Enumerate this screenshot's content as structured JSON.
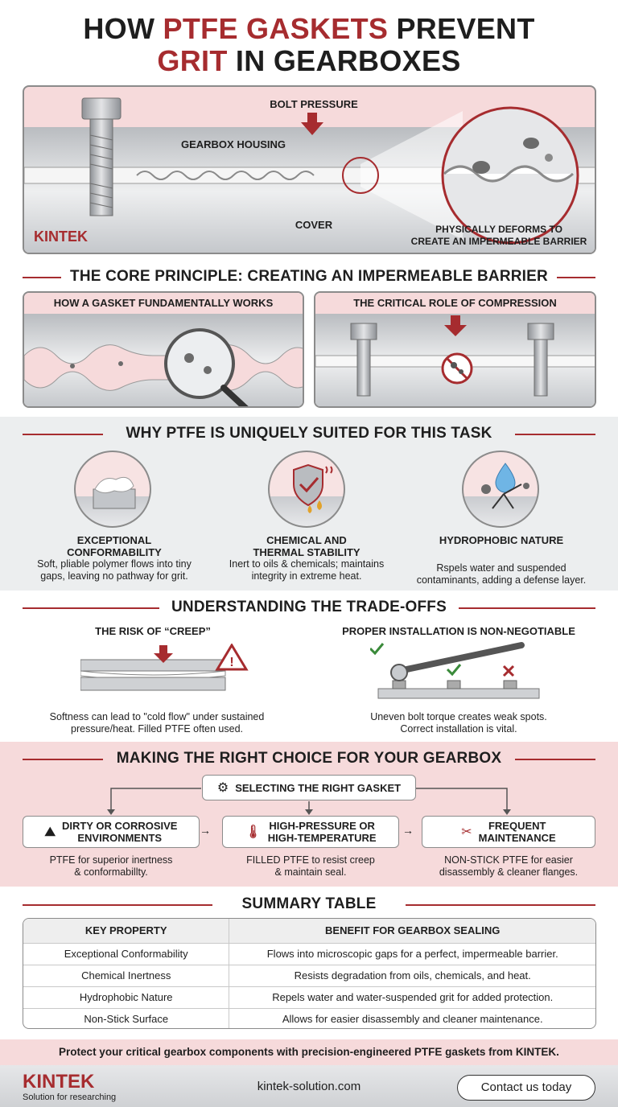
{
  "title": {
    "part1": "HOW ",
    "part2": "PTFE GASKETS",
    "part3": " PREVENT",
    "part4": "GRIT",
    "part5": " IN GEARBOXES"
  },
  "hero": {
    "bolt_pressure": "BOLT PRESSURE",
    "housing": "GEARBOX HOUSING",
    "cover": "COVER",
    "barrier_line1": "PHYSICALLY DEFORMS TO",
    "barrier_line2": "CREATE AN IMPERMEABLE BARRIER",
    "brand": "KINTEK"
  },
  "core": {
    "heading": "THE CORE PRINCIPLE: CREATING AN IMPERMEABLE BARRIER",
    "left_title": "HOW A GASKET FUNDAMENTALLY WORKS",
    "right_title": "THE CRITICAL ROLE OF COMPRESSION"
  },
  "why": {
    "heading": "WHY PTFE IS UNIQUELY SUITED FOR THIS TASK",
    "items": [
      {
        "title1": "EXCEPTIONAL",
        "title2": "CONFORMABILITY",
        "cap1": "Soft, pliable polymer flows into tiny",
        "cap2": "gaps, leaving no pathway for grit."
      },
      {
        "title1": "CHEMICAL AND",
        "title2": "THERMAL STABILITY",
        "cap1": "Inert to oils & chemicals; maintains",
        "cap2": "integrity in extreme heat."
      },
      {
        "title1": "HYDROPHOBIC NATURE",
        "title2": "",
        "cap1": "Rspels water and suspended",
        "cap2": "contaminants, adding a defense layer."
      }
    ]
  },
  "tradeoffs": {
    "heading": "UNDERSTANDING THE TRADE-OFFS",
    "left_title": "THE RISK OF “CREEP”",
    "left_cap1": "Softness can lead to \"cold flow\" under sustained",
    "left_cap2": "pressure/heat. Filled PTFE often used.",
    "right_title": "PROPER INSTALLATION IS NON-NEGOTIABLE",
    "right_cap1": "Uneven bolt torque creates weak spots.",
    "right_cap2": "Correct installation is vital."
  },
  "choice": {
    "heading": "MAKING THE RIGHT CHOICE FOR YOUR GEARBOX",
    "selector": "SELECTING THE RIGHT GASKET",
    "options": [
      {
        "t1": "DIRTY OR CORROSIVE",
        "t2": "ENVIRONMENTS",
        "c1": "PTFE for superior inertness",
        "c2": "& conformabillty."
      },
      {
        "t1": "HIGH-PRESSURE OR",
        "t2": "HIGH-TEMPERATURE",
        "c1": "FILLED PTFE to resist creep",
        "c2": "& maintain seal."
      },
      {
        "t1": "FREQUENT",
        "t2": "MAINTENANCE",
        "c1": "NON-STICK PTFE for easier",
        "c2": "disassembly & cleaner flanges."
      }
    ]
  },
  "summary": {
    "heading": "SUMMARY TABLE",
    "col1": "KEY PROPERTY",
    "col2": "BENEFIT FOR GEARBOX SEALING",
    "rows": [
      {
        "p": "Exceptional Conformability",
        "b": "Flows into microscopic gaps for a perfect, impermeable barrier."
      },
      {
        "p": "Chemical Inertness",
        "b": "Resists degradation from oils, chemicals, and heat."
      },
      {
        "p": "Hydrophobic Nature",
        "b": "Repels water and water-suspended grit for added protection."
      },
      {
        "p": "Non-Stick Surface",
        "b": "Allows for easier disassembly and cleaner maintenance."
      }
    ]
  },
  "footer": {
    "banner": "Protect your critical gearbox components with precision-engineered PTFE gaskets from KINTEK.",
    "brand": "KINTEK",
    "tagline": "Solution for researching",
    "website": "kintek-solution.com",
    "cta": "Contact us today"
  },
  "colors": {
    "accent": "#a62c2f",
    "pink": "#f6dadb",
    "steel": "#c8cbcf",
    "check": "#3a8a3a"
  }
}
